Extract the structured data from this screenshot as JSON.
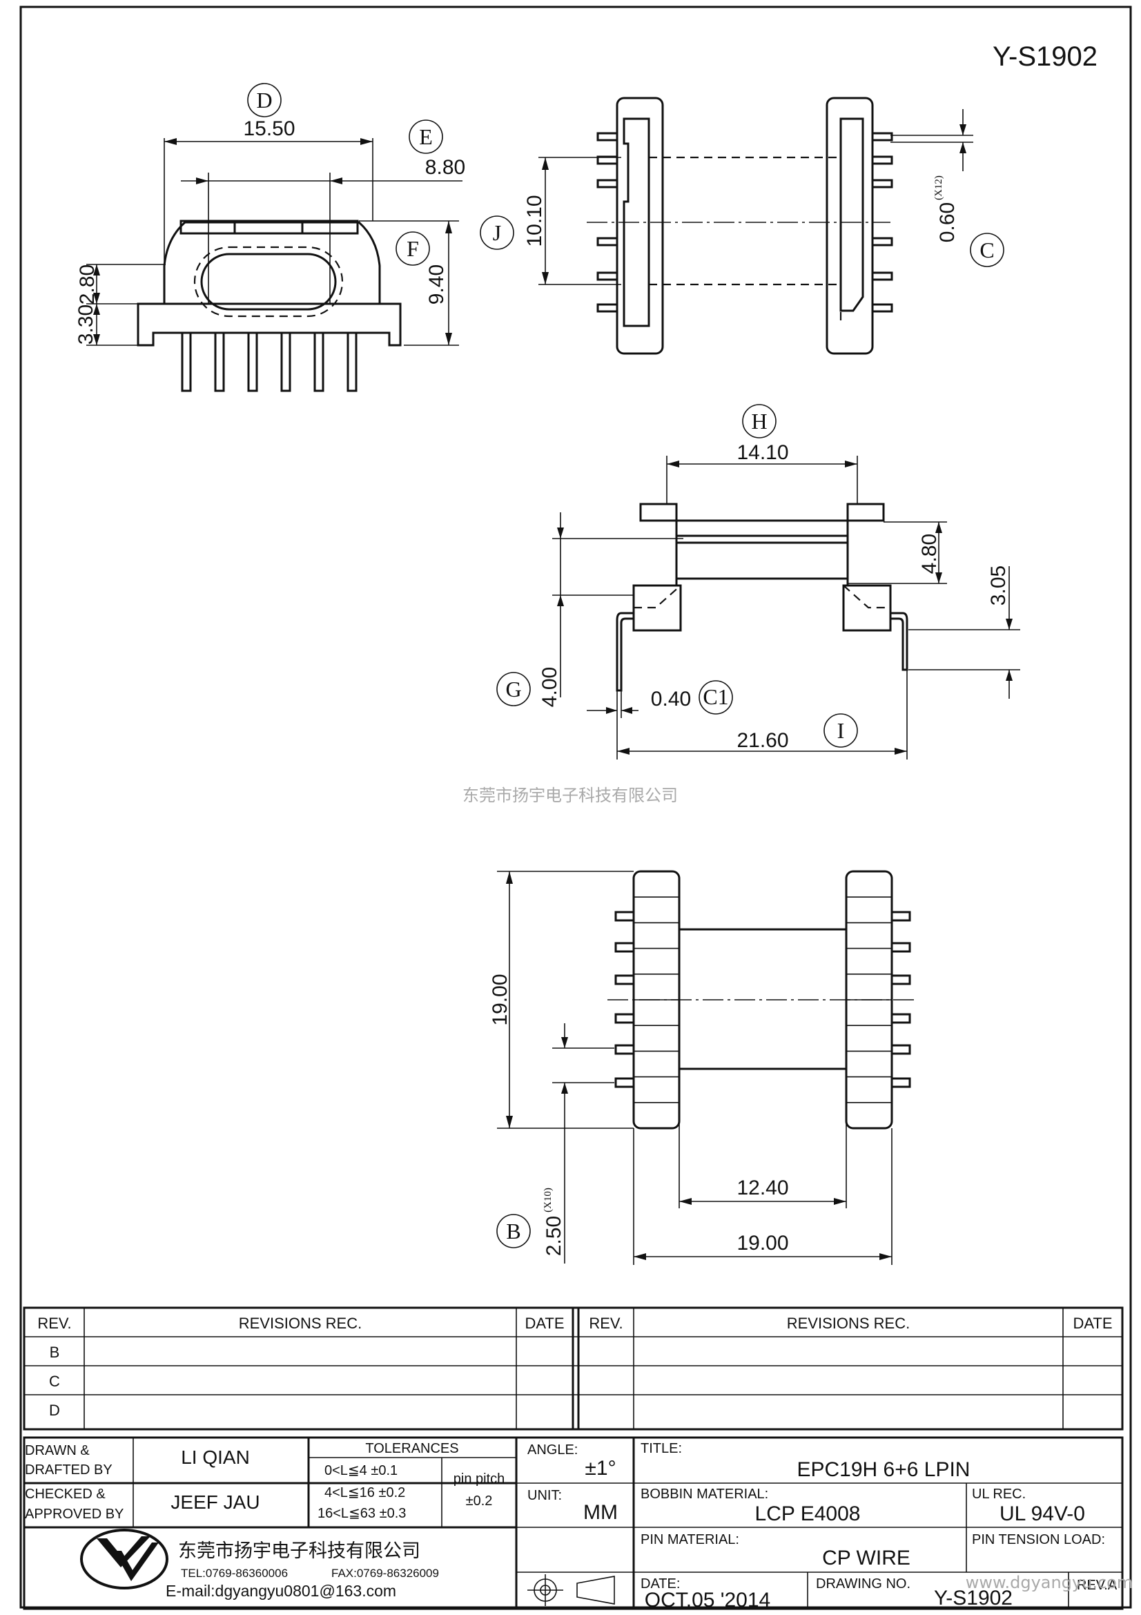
{
  "drawing_number_top": "Y-S1902",
  "watermark": "东莞市扬宇电子科技有限公司",
  "callouts": {
    "D": "D",
    "E": "E",
    "F": "F",
    "J": "J",
    "C": "C",
    "H": "H",
    "G": "G",
    "C1": "C1",
    "I": "I",
    "B": "B"
  },
  "dims": {
    "d_15_50": "15.50",
    "d_8_80": "8.80",
    "d_9_40": "9.40",
    "d_2_80": "2.80",
    "d_3_30": "3.30",
    "d_10_10": "10.10",
    "d_0_60": "0.60",
    "d_0_60_mult": "(X12)",
    "d_14_10": "14.10",
    "d_4_80": "4.80",
    "d_3_05": "3.05",
    "d_4_00": "4.00",
    "d_0_40": "0.40",
    "d_21_60": "21.60",
    "d_19_00_v": "19.00",
    "d_12_40": "12.40",
    "d_19_00_h": "19.00",
    "d_2_50": "2.50",
    "d_2_50_mult": "(X10)"
  },
  "revisions": {
    "left": {
      "rev_header": "REV.",
      "rec_header": "REVISIONS   REC.",
      "date_header": "DATE"
    },
    "right": {
      "rev_header": "REV.",
      "rec_header": "REVISIONS   REC.",
      "date_header": "DATE"
    },
    "rows": [
      "B",
      "C",
      "D"
    ]
  },
  "title_block": {
    "drawn_label_1": "DRAWN &",
    "drawn_label_2": "DRAFTED BY",
    "drawn_by": "LI QIAN",
    "checked_label_1": "CHECKED &",
    "checked_label_2": "APPROVED BY",
    "checked_by": "JEEF JAU",
    "tolerances_header": "TOLERANCES",
    "tol_1": "0<L≦4    ±0.1",
    "tol_2": "4<L≦16  ±0.2",
    "tol_3": "16<L≦63  ±0.3",
    "pin_pitch_label": "pin pitch",
    "pin_pitch_value": "±0.2",
    "angle_label": "ANGLE:",
    "angle_value": "±1°",
    "unit_label": "UNIT:",
    "unit_value": "MM",
    "title_label": "TITLE:",
    "title_value": "EPC19H 6+6 LPIN",
    "bobbin_label": "BOBBIN MATERIAL:",
    "bobbin_value": "LCP E4008",
    "ul_label": "UL REC.",
    "ul_value": "UL 94V-0",
    "pin_material_label": "PIN MATERIAL:",
    "pin_material_value": "CP WIRE",
    "pin_tension_label": "PIN TENSION LOAD:",
    "date_label": "DATE:",
    "date_value": "OCT.05 '2014",
    "drawing_no_label": "DRAWING NO.",
    "drawing_no_value": "Y-S1902",
    "rev_label": "REV.A",
    "company_name": "东莞市扬宇电子科技有限公司",
    "tel": "TEL:0769-86360006",
    "fax": "FAX:0769-86326009",
    "email": "E-mail:dgyangyu0801@163.com",
    "corner_watermark": "www.dgyangyu.com"
  }
}
